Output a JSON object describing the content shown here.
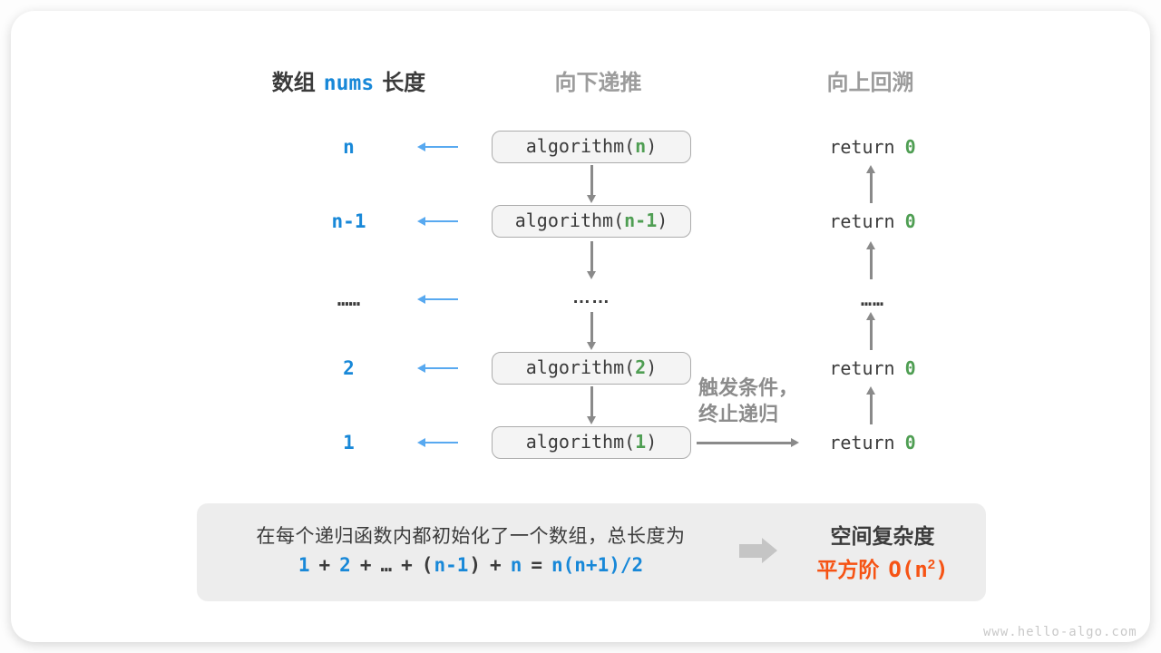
{
  "meta": {
    "watermark": "www.hello-algo.com"
  },
  "colors": {
    "blue_text": "#1888d8",
    "light_blue_arrow": "#58a9f0",
    "green_value": "#4f9e53",
    "orange_result": "#f65314",
    "dark_text": "#3b3b3b",
    "gray_header": "#9c9c9c",
    "gray_arrow": "#8a8a8a",
    "box_background": "#f4f4f4",
    "box_border": "#acacac",
    "summary_background": "#ededed"
  },
  "headers": {
    "left_pre": "数组",
    "left_code": "nums",
    "left_post": "长度",
    "mid": "向下递推",
    "right": "向上回溯"
  },
  "code": {
    "call_open": "algorithm(",
    "call_close": ")",
    "return_kw": "return",
    "return_val": "0"
  },
  "rows": [
    {
      "size": "n",
      "arg": "n"
    },
    {
      "size": "n-1",
      "arg": "n-1"
    },
    {
      "size": "……",
      "mid_dots": "……",
      "right_dots": "……"
    },
    {
      "size": "2",
      "arg": "2"
    },
    {
      "size": "1",
      "arg": "1"
    }
  ],
  "annotation": {
    "line1": "触发条件，",
    "line2": "终止递归"
  },
  "summary": {
    "line1": "在每个递归函数内都初始化了一个数组，总长度为",
    "formula": {
      "segments": [
        "1",
        "+",
        "2",
        "+",
        "…",
        "+",
        "(",
        "n-1",
        ")",
        "+",
        "n",
        "=",
        "n(n+1)/2"
      ]
    },
    "result": {
      "title": "空间复杂度",
      "prefix": "平方阶",
      "o_open": "O(n",
      "sup": "2",
      "o_close": ")"
    }
  }
}
